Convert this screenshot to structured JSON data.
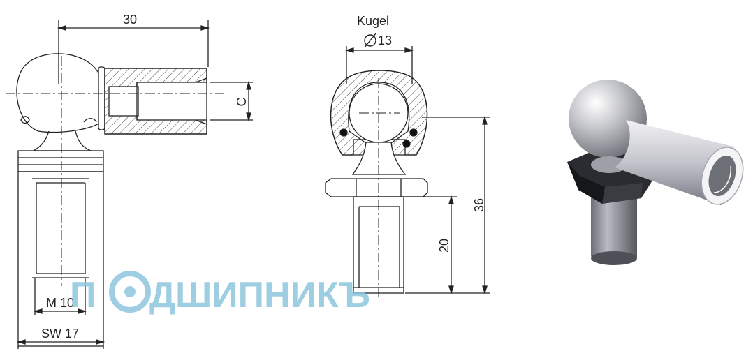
{
  "side_view": {
    "dim_length": "30",
    "dim_c": "C",
    "dim_thread": "M 10",
    "dim_wrench": "SW 17"
  },
  "front_view": {
    "ball_label": "Kugel",
    "ball_diameter": "13",
    "dim_height": "36",
    "dim_thread_length": "20"
  },
  "watermark": {
    "text_start": "П",
    "text_end": "ДШИПНИКЪ",
    "color": "#8ec6de"
  },
  "icons": [
    "diameter-icon",
    "bearing-logo-icon",
    "ball-joint-3d-render"
  ]
}
